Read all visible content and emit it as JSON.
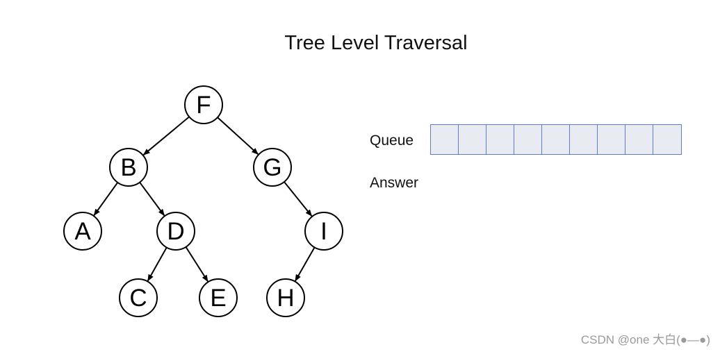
{
  "title": "Tree Level Traversal",
  "tree": {
    "nodes": [
      "F",
      "B",
      "G",
      "A",
      "D",
      "I",
      "C",
      "E",
      "H"
    ],
    "edges": [
      [
        "F",
        "B"
      ],
      [
        "F",
        "G"
      ],
      [
        "B",
        "A"
      ],
      [
        "B",
        "D"
      ],
      [
        "G",
        "I"
      ],
      [
        "D",
        "C"
      ],
      [
        "D",
        "E"
      ],
      [
        "I",
        "H"
      ]
    ]
  },
  "queue": {
    "label": "Queue",
    "slots": 9,
    "fill_color": "#e8ebf2",
    "border_color": "#5b7bd5"
  },
  "answer": {
    "label": "Answer"
  },
  "watermark": "CSDN @one 大白(●—●)"
}
